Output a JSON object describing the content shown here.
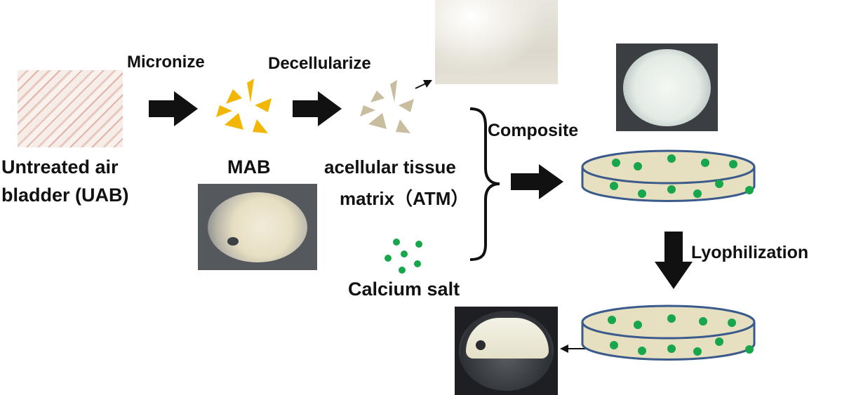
{
  "diagram": {
    "labels": {
      "micronize": "Micronize",
      "decellularize": "Decellularize",
      "uab_line1": "Untreated air",
      "uab_line2": "bladder (UAB)",
      "mab": "MAB",
      "atm_line1": "acellular tissue",
      "atm_line2": "matrix（ATM）",
      "composite": "Composite",
      "calcium_salt": "Calcium salt",
      "lyophilization": "Lyophilization"
    },
    "colors": {
      "arrow": "#111111",
      "mab_fragments": "#f2b705",
      "atm_fragments": "#c8bd9f",
      "calcium_particles": "#17a64b",
      "dish_fill": "#e6dfc0",
      "dish_stroke": "#3a5a8c"
    },
    "icons": {
      "uab_photo": "raw-air-bladder-photo",
      "mab_photo": "micronized-bladder-photo",
      "atm_photo": "decellularized-matrix-photo",
      "composite_photo": "composite-dish-photo",
      "scaffold_photo": "lyophilized-scaffold-photo"
    }
  }
}
